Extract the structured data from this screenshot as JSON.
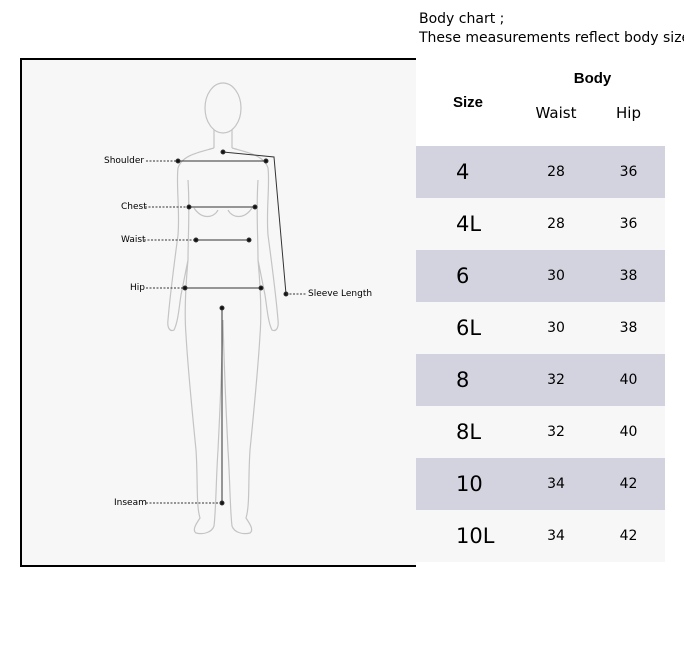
{
  "caption": {
    "line1": "Body chart ;",
    "line2": "These measurements reflect body size"
  },
  "figure": {
    "labels": {
      "shoulder": "Shoulder",
      "chest": "Chest",
      "waist": "Waist",
      "hip": "Hip",
      "sleeve": "Sleeve Length",
      "inseam": "Inseam"
    }
  },
  "table": {
    "header": {
      "size": "Size",
      "body": "Body",
      "waist": "Waist",
      "hip": "Hip"
    },
    "rows": [
      {
        "size": "4",
        "waist": "28",
        "hip": "36"
      },
      {
        "size": "4L",
        "waist": "28",
        "hip": "36"
      },
      {
        "size": "6",
        "waist": "30",
        "hip": "38"
      },
      {
        "size": "6L",
        "waist": "30",
        "hip": "38"
      },
      {
        "size": "8",
        "waist": "32",
        "hip": "40"
      },
      {
        "size": "8L",
        "waist": "32",
        "hip": "40"
      },
      {
        "size": "10",
        "waist": "34",
        "hip": "42"
      },
      {
        "size": "10L",
        "waist": "34",
        "hip": "42"
      }
    ],
    "colors": {
      "shaded": "#d3d3df",
      "plain": "#f7f7f7"
    }
  }
}
